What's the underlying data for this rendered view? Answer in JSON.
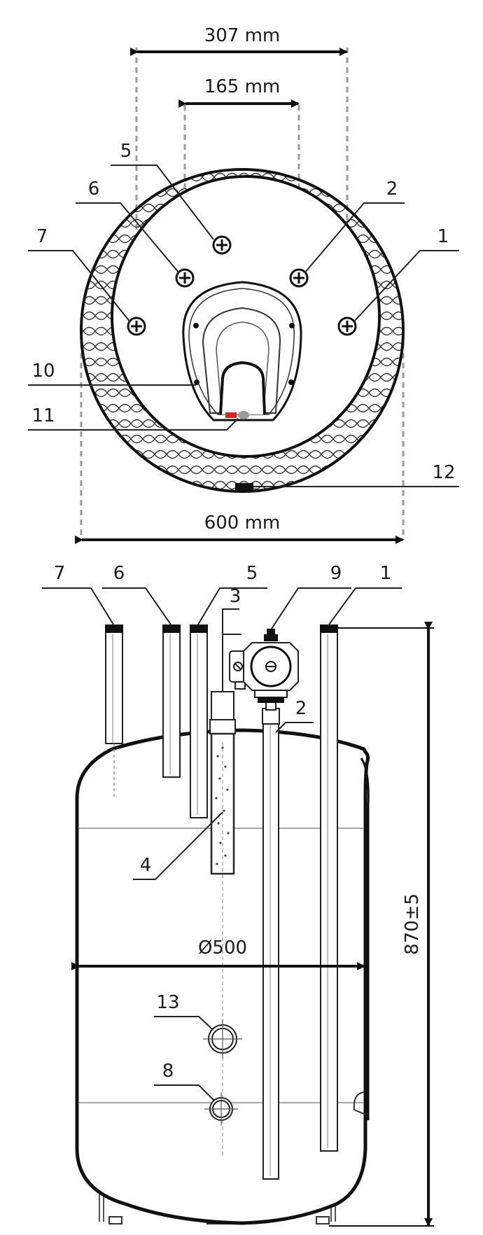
{
  "top_view": {
    "dimensions": {
      "outer_spacing": "307 mm",
      "inner_spacing": "165 mm",
      "width": "600 mm"
    },
    "labels": [
      "5",
      "6",
      "2",
      "7",
      "1",
      "10",
      "11",
      "12"
    ]
  },
  "side_view": {
    "labels": [
      "7",
      "6",
      "5",
      "9",
      "1",
      "3",
      "2",
      "4",
      "13",
      "8"
    ],
    "dimensions": {
      "diameter": "Ø500",
      "height": "870±5"
    }
  },
  "colors": {
    "line": "#111111",
    "dash": "#9a9a9a",
    "red_marker": "#e02020",
    "grey_marker": "#9a9a9a",
    "cap": "#111111"
  }
}
